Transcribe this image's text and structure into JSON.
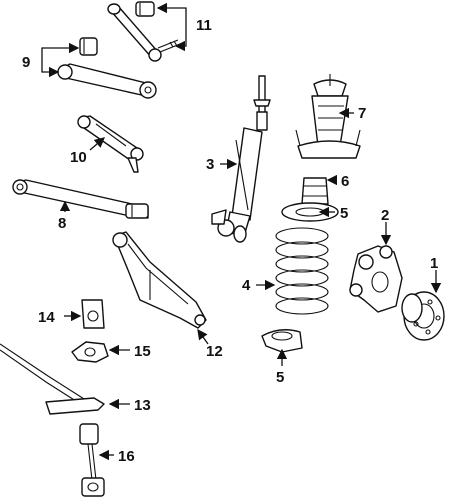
{
  "callouts": {
    "c1": "1",
    "c2": "2",
    "c3": "3",
    "c4": "4",
    "c5a": "5",
    "c5b": "5",
    "c6": "6",
    "c7": "7",
    "c8": "8",
    "c9": "9",
    "c10": "10",
    "c11": "11",
    "c12": "12",
    "c13": "13",
    "c14": "14",
    "c15": "15",
    "c16": "16"
  },
  "parts": [
    "hub-bearing",
    "knuckle",
    "shock-absorber",
    "coil-spring",
    "spring-insulator-upper",
    "spring-insulator-lower",
    "bump-stop",
    "strut-mount",
    "lower-control-arm",
    "upper-arm-bushing",
    "toe-link",
    "upper-control-arm",
    "trailing-arm",
    "stabilizer-bar",
    "stabilizer-bushing",
    "stabilizer-bracket",
    "stabilizer-link"
  ],
  "colors": {
    "line": "#111111",
    "background": "#ffffff"
  }
}
